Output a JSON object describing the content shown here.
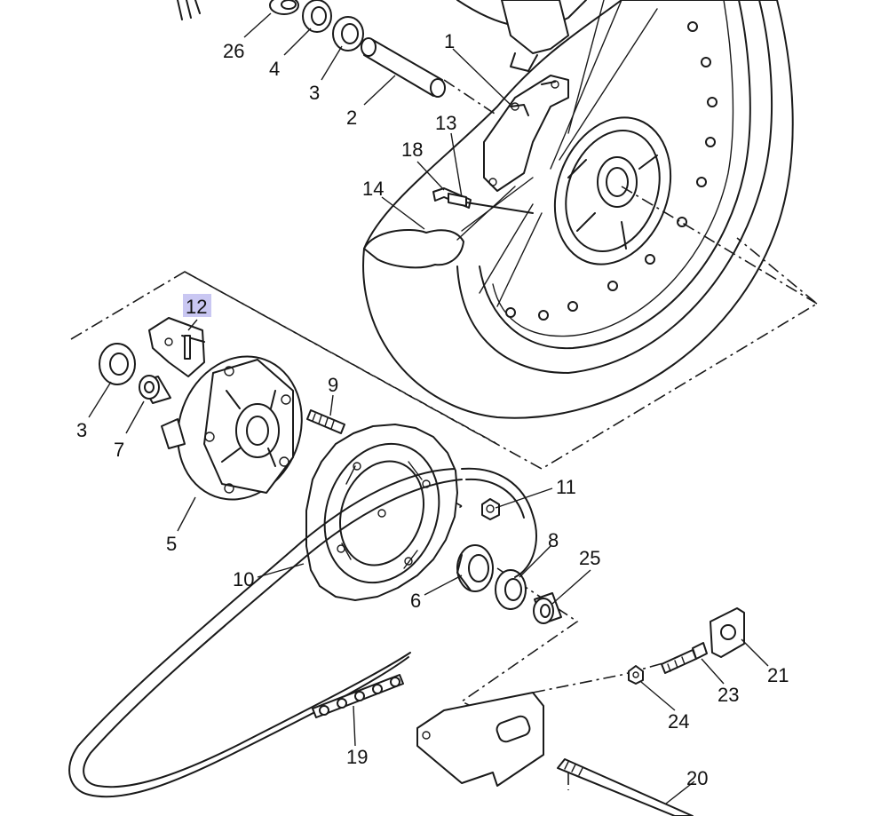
{
  "diagram": {
    "callouts": [
      {
        "id": "1",
        "label": "1"
      },
      {
        "id": "2",
        "label": "2"
      },
      {
        "id": "3a",
        "label": "3"
      },
      {
        "id": "3b",
        "label": "3"
      },
      {
        "id": "4",
        "label": "4"
      },
      {
        "id": "5",
        "label": "5"
      },
      {
        "id": "6",
        "label": "6"
      },
      {
        "id": "7",
        "label": "7"
      },
      {
        "id": "8",
        "label": "8"
      },
      {
        "id": "9",
        "label": "9"
      },
      {
        "id": "10",
        "label": "10"
      },
      {
        "id": "11",
        "label": "11"
      },
      {
        "id": "12",
        "label": "12",
        "highlighted": true
      },
      {
        "id": "13",
        "label": "13"
      },
      {
        "id": "14",
        "label": "14"
      },
      {
        "id": "18",
        "label": "18"
      },
      {
        "id": "19",
        "label": "19"
      },
      {
        "id": "20",
        "label": "20"
      },
      {
        "id": "21",
        "label": "21"
      },
      {
        "id": "23",
        "label": "23"
      },
      {
        "id": "24",
        "label": "24"
      },
      {
        "id": "25",
        "label": "25"
      },
      {
        "id": "26",
        "label": "26"
      }
    ],
    "highlight_color": "#c9c7f2"
  }
}
